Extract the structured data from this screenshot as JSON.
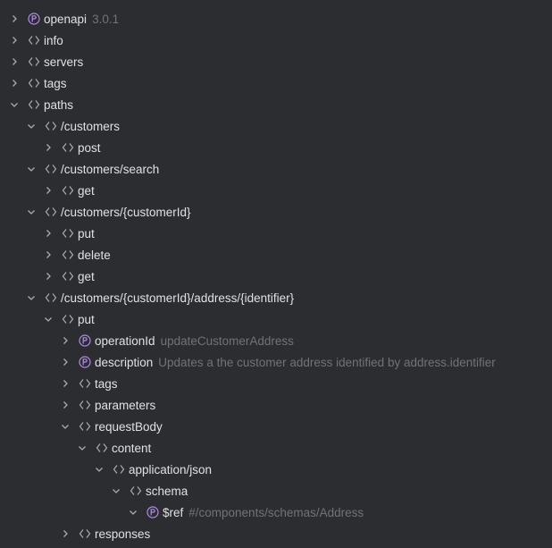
{
  "colors": {
    "background": "#2b2d30",
    "text": "#dfe1e5",
    "value": "#6f737a",
    "property_icon": "#b589ec",
    "chevron": "#a8abb0"
  },
  "rows": [
    {
      "depth": 0,
      "expanded": false,
      "icon": "property-icon",
      "label": "openapi",
      "value": "3.0.1"
    },
    {
      "depth": 0,
      "expanded": false,
      "icon": "object-icon",
      "label": "info"
    },
    {
      "depth": 0,
      "expanded": false,
      "icon": "object-icon",
      "label": "servers"
    },
    {
      "depth": 0,
      "expanded": false,
      "icon": "object-icon",
      "label": "tags"
    },
    {
      "depth": 0,
      "expanded": true,
      "icon": "object-icon",
      "label": "paths"
    },
    {
      "depth": 1,
      "expanded": true,
      "icon": "object-icon",
      "label": "/customers"
    },
    {
      "depth": 2,
      "expanded": false,
      "icon": "object-icon",
      "label": "post"
    },
    {
      "depth": 1,
      "expanded": true,
      "icon": "object-icon",
      "label": "/customers/search"
    },
    {
      "depth": 2,
      "expanded": false,
      "icon": "object-icon",
      "label": "get"
    },
    {
      "depth": 1,
      "expanded": true,
      "icon": "object-icon",
      "label": "/customers/{customerId}"
    },
    {
      "depth": 2,
      "expanded": false,
      "icon": "object-icon",
      "label": "put"
    },
    {
      "depth": 2,
      "expanded": false,
      "icon": "object-icon",
      "label": "delete"
    },
    {
      "depth": 2,
      "expanded": false,
      "icon": "object-icon",
      "label": "get"
    },
    {
      "depth": 1,
      "expanded": true,
      "icon": "object-icon",
      "label": "/customers/{customerId}/address/{identifier}"
    },
    {
      "depth": 2,
      "expanded": true,
      "icon": "object-icon",
      "label": "put"
    },
    {
      "depth": 3,
      "expanded": false,
      "icon": "property-icon",
      "label": "operationId",
      "value": "updateCustomerAddress"
    },
    {
      "depth": 3,
      "expanded": false,
      "icon": "property-icon",
      "label": "description",
      "value": "Updates a the customer address identified by address.identifier"
    },
    {
      "depth": 3,
      "expanded": false,
      "icon": "object-icon",
      "label": "tags"
    },
    {
      "depth": 3,
      "expanded": false,
      "icon": "object-icon",
      "label": "parameters"
    },
    {
      "depth": 3,
      "expanded": true,
      "icon": "object-icon",
      "label": "requestBody"
    },
    {
      "depth": 4,
      "expanded": true,
      "icon": "object-icon",
      "label": "content"
    },
    {
      "depth": 5,
      "expanded": true,
      "icon": "object-icon",
      "label": "application/json"
    },
    {
      "depth": 6,
      "expanded": true,
      "icon": "object-icon",
      "label": "schema"
    },
    {
      "depth": 7,
      "expanded": true,
      "icon": "property-icon",
      "label": "$ref",
      "value": "#/components/schemas/Address"
    },
    {
      "depth": 3,
      "expanded": false,
      "icon": "object-icon",
      "label": "responses"
    }
  ]
}
